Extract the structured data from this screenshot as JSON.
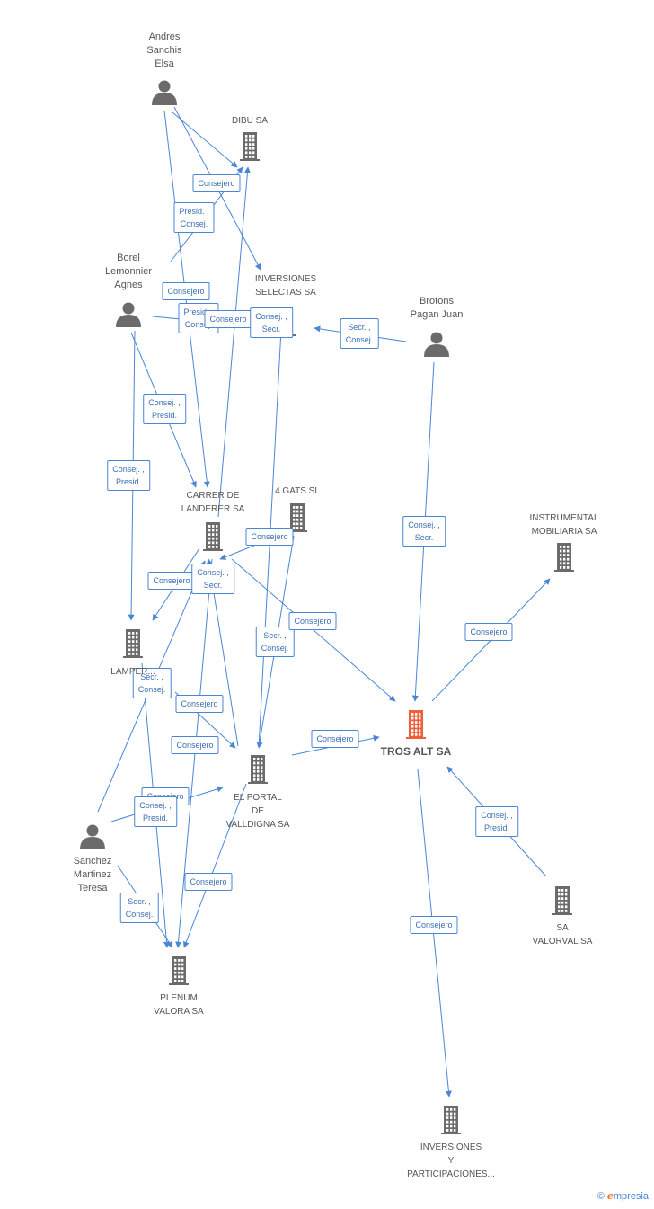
{
  "colors": {
    "edge": "#4a86d4",
    "node_icon": "#6b6b6b",
    "focus_icon": "#f0603a",
    "label_text": "#555555"
  },
  "nodes": {
    "andres": {
      "type": "person",
      "label": [
        "Andres",
        "Sanchis",
        "Elsa"
      ]
    },
    "borel": {
      "type": "person",
      "label": [
        "Borel",
        "Lemonnier",
        "Agnes"
      ]
    },
    "brotons": {
      "type": "person",
      "label": [
        "Brotons",
        "Pagan Juan"
      ]
    },
    "sanchez": {
      "type": "person",
      "label": [
        "Sanchez",
        "Martinez",
        "Teresa"
      ]
    },
    "dibu": {
      "type": "company",
      "label": [
        "DIBU SA"
      ]
    },
    "inversiones_selectas": {
      "type": "company",
      "label": [
        "INVERSIONES",
        "SELECTAS SA"
      ]
    },
    "carrer": {
      "type": "company",
      "label": [
        "CARRER DE",
        "LANDERER SA"
      ]
    },
    "gats": {
      "type": "company",
      "label": [
        "4 GATS SL"
      ]
    },
    "instrumental": {
      "type": "company",
      "label": [
        "INSTRUMENTAL",
        "MOBILIARIA SA"
      ]
    },
    "lamper": {
      "type": "company",
      "label": [
        "LAMPER..."
      ]
    },
    "tros": {
      "type": "focus",
      "label": [
        "TROS ALT SA"
      ]
    },
    "portal": {
      "type": "company",
      "label": [
        "EL PORTAL",
        "DE",
        "VALLDIGNA SA"
      ]
    },
    "valorval": {
      "type": "company",
      "label": [
        "SA",
        "VALORVAL SA"
      ]
    },
    "plenum": {
      "type": "company",
      "label": [
        "PLENUM",
        "VALORA SA"
      ]
    },
    "inv_part": {
      "type": "company",
      "label": [
        "INVERSIONES",
        "Y",
        "PARTICIPACIONES..."
      ]
    }
  },
  "edges": [
    {
      "from": "andres",
      "to": "dibu",
      "label": [
        "Consejero"
      ]
    },
    {
      "from": "andres",
      "to": "inversiones_selectas",
      "label": [
        "Presid. ,",
        "Consej."
      ]
    },
    {
      "from": "andres",
      "to": "carrer",
      "label": [
        "Consejero"
      ]
    },
    {
      "from": "borel",
      "to": "dibu",
      "label": [
        "Presid. ,",
        "Consej."
      ]
    },
    {
      "from": "borel",
      "to": "inversiones_selectas",
      "label": [
        "Consejero"
      ]
    },
    {
      "from": "borel",
      "to": "carrer",
      "label": [
        "Consej. ,",
        "Presid."
      ]
    },
    {
      "from": "borel",
      "to": "lamper",
      "label": [
        "Consej. ,",
        "Presid."
      ]
    },
    {
      "from": "brotons",
      "to": "inversiones_selectas",
      "label": [
        "Secr. ,",
        "Consej."
      ]
    },
    {
      "from": "brotons",
      "to": "tros",
      "label": [
        "Consej. ,",
        "Secr."
      ]
    },
    {
      "from": "carrer",
      "to": "dibu",
      "label": [
        "Consejero"
      ]
    },
    {
      "from": "portal",
      "to": "inversiones_selectas",
      "label": [
        "Consej. ,",
        "Secr."
      ]
    },
    {
      "from": "carrer",
      "to": "lamper",
      "label": [
        "Consejero"
      ]
    },
    {
      "from": "gats",
      "to": "portal",
      "label": [
        "Secr. ,",
        "Consej."
      ]
    },
    {
      "from": "gats",
      "to": "carrer",
      "label": [
        "Consejero"
      ]
    },
    {
      "from": "carrer",
      "to": "tros",
      "label": [
        "Consejero"
      ]
    },
    {
      "from": "portal",
      "to": "carrer",
      "label": [
        "Consej. ,",
        "Secr."
      ]
    },
    {
      "from": "lamper",
      "to": "portal",
      "label": [
        "Consejero"
      ]
    },
    {
      "from": "lamper",
      "to": "plenum",
      "label": [
        "Secr. ,",
        "Consej."
      ]
    },
    {
      "from": "sanchez",
      "to": "carrer",
      "label": [
        "Consejero"
      ]
    },
    {
      "from": "sanchez",
      "to": "portal",
      "label": [
        "Consejero"
      ]
    },
    {
      "from": "sanchez",
      "to": "plenum",
      "label": [
        "Secr. ,",
        "Consej."
      ]
    },
    {
      "from": "portal",
      "to": "plenum",
      "label": [
        "Consejero"
      ]
    },
    {
      "from": "portal",
      "to": "tros",
      "label": [
        "Consejero"
      ]
    },
    {
      "from": "tros",
      "to": "instrumental",
      "label": [
        "Consejero"
      ]
    },
    {
      "from": "valorval",
      "to": "tros",
      "label": [
        "Consej. ,",
        "Presid."
      ]
    },
    {
      "from": "tros",
      "to": "inv_part",
      "label": [
        "Consejero"
      ]
    },
    {
      "from": "carrer",
      "to": "plenum",
      "label": [
        "Consej. ,",
        "Presid."
      ]
    }
  ],
  "brand": {
    "copyright": "©",
    "e": "e",
    "rest": "mpresia"
  }
}
